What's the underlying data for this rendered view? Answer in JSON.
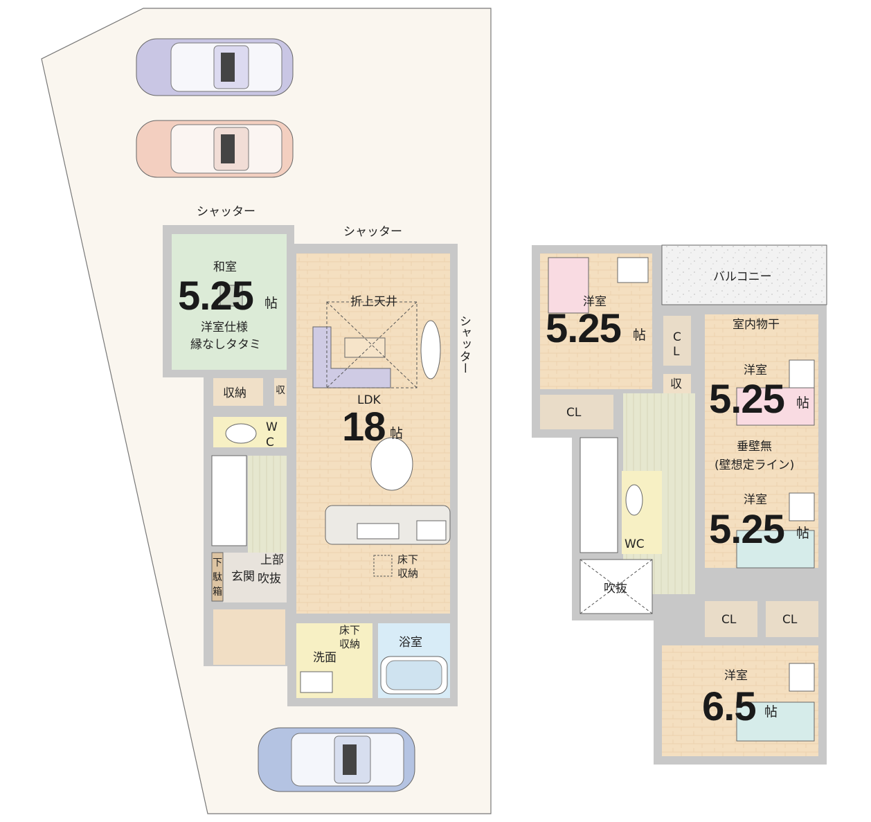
{
  "floor1": {
    "shutter_top_left": "シャッター",
    "shutter_top_mid": "シャッター",
    "shutter_right": "シャッター",
    "washitsu": {
      "name": "和室",
      "size": "5.25",
      "unit": "帖",
      "note1": "洋室仕様",
      "note2": "縁なしタタミ"
    },
    "shuno": "収納",
    "shu": "収",
    "wc": [
      "W",
      "C"
    ],
    "ldk": {
      "name": "LDK",
      "size": "18",
      "unit": "帖",
      "ceiling": "折上天井"
    },
    "yukashita1": [
      "床下",
      "収納"
    ],
    "genkan": "玄関",
    "jobu": [
      "上部",
      "吹抜"
    ],
    "getabako": [
      "下",
      "駄",
      "箱"
    ],
    "senmen": "洗面",
    "yukashita2": [
      "床下",
      "収納"
    ],
    "yokushitsu": "浴室"
  },
  "floor2": {
    "balcony": "バルコニー",
    "room1": {
      "name": "洋室",
      "size": "5.25",
      "unit": "帖"
    },
    "cl1": "CL",
    "cl_v": [
      "C",
      "L"
    ],
    "shu": "収",
    "shitsunai": "室内物干",
    "room2": {
      "name": "洋室",
      "size": "5.25",
      "unit": "帖"
    },
    "tarekabe": "垂壁無",
    "kabe_line": "(壁想定ライン)",
    "room3": {
      "name": "洋室",
      "size": "5.25",
      "unit": "帖"
    },
    "wc": "WC",
    "fukinuke": "吹抜",
    "cl2": "CL",
    "cl3": "CL",
    "room4": {
      "name": "洋室",
      "size": "6.5",
      "unit": "帖"
    }
  },
  "colors": {
    "wood": "#f3dfc1",
    "wall": "#c8c8c8",
    "tatami": "#dcebd7",
    "bath": "#d8ecf7",
    "lot": "#faf6ef",
    "hall": "#e4e8cf"
  },
  "icons": [
    "car-icon",
    "sofa-icon",
    "table-icon",
    "bed-icon",
    "desk-icon",
    "toilet-icon",
    "bathtub-icon",
    "kitchen-icon",
    "stairs-icon"
  ]
}
